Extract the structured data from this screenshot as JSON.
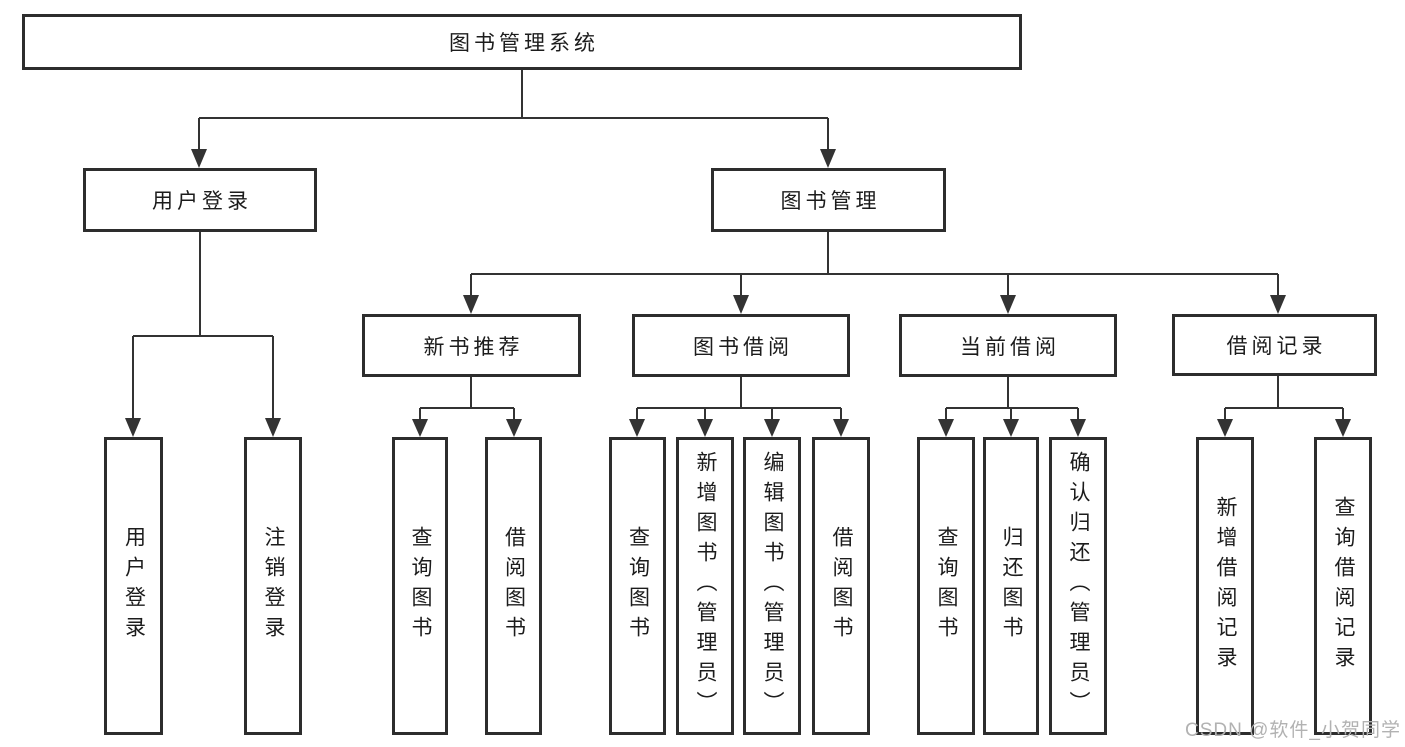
{
  "tree": {
    "root": {
      "label": "图书管理系统"
    },
    "branches": [
      {
        "label": "用户登录",
        "children": [
          {
            "label": "用户登录"
          },
          {
            "label": "注销登录"
          }
        ]
      },
      {
        "label": "图书管理",
        "children": [
          {
            "label": "新书推荐",
            "children": [
              {
                "label": "查询图书"
              },
              {
                "label": "借阅图书"
              }
            ]
          },
          {
            "label": "图书借阅",
            "children": [
              {
                "label": "查询图书"
              },
              {
                "label": "新增图书（管理员）"
              },
              {
                "label": "编辑图书（管理员）"
              },
              {
                "label": "借阅图书"
              }
            ]
          },
          {
            "label": "当前借阅",
            "children": [
              {
                "label": "查询图书"
              },
              {
                "label": "归还图书"
              },
              {
                "label": "确认归还（管理员）"
              }
            ]
          },
          {
            "label": "借阅记录",
            "children": [
              {
                "label": "新增借阅记录"
              },
              {
                "label": "查询借阅记录"
              }
            ]
          }
        ]
      }
    ]
  },
  "watermark": {
    "text": "CSDN @软件_小贺同学"
  },
  "colors": {
    "line": "#333333",
    "box_border": "#2d2d2d",
    "text": "#1c1c1c",
    "watermark": "#b2b2b2",
    "background": "#ffffff"
  }
}
